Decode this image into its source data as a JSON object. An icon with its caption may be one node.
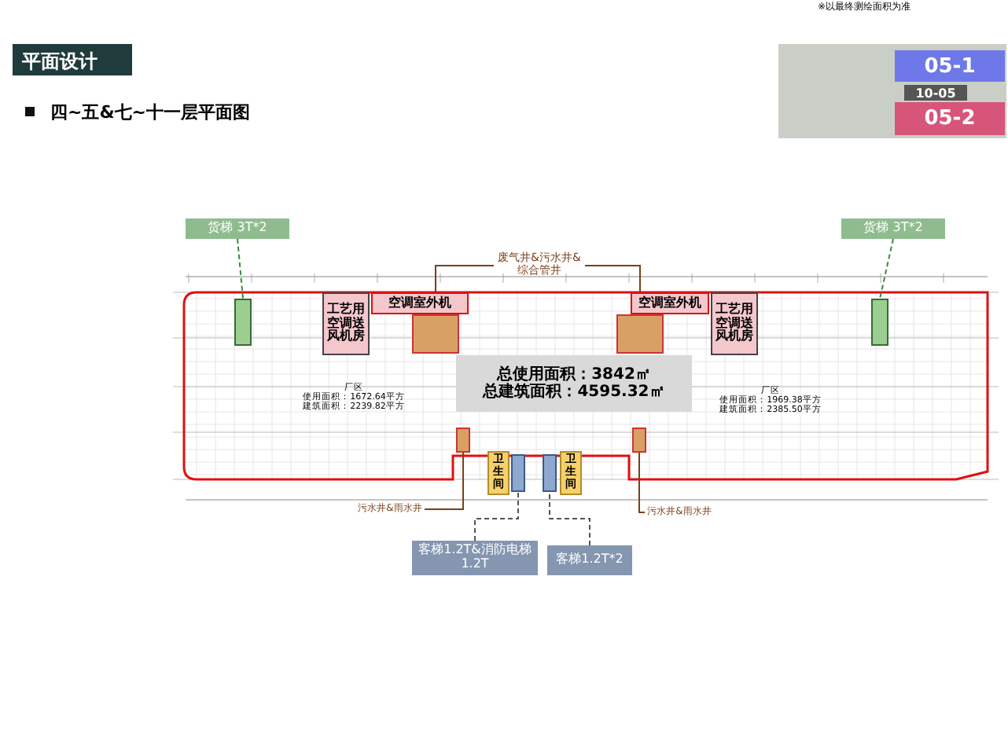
{
  "diagram": {
    "title": "平面设计",
    "caption": "四~五&七~十一层平面图",
    "nodes": [
      {
        "text": [
          "货梯 3T*2"
        ]
      },
      {
        "text": [],
        "shape": "box"
      },
      {
        "text": [
          "货梯 3T*2"
        ]
      },
      {
        "text": [],
        "shape": "box"
      },
      {
        "text": [
          "废气井&污水井&综合管井"
        ]
      },
      {
        "text": [],
        "shape": "box"
      },
      {
        "text": [],
        "shape": "box"
      },
      {
        "text": [
          "工艺用空调送风机房"
        ]
      },
      {
        "text": [
          "空调室外机"
        ]
      },
      {
        "text": [
          "空调室外机"
        ]
      },
      {
        "text": [
          "工艺用空调送风机房"
        ]
      },
      {
        "text": [
          "总使用面积：3842㎡",
          "总建筑面积：4595.32㎡"
        ]
      },
      {
        "text": [
          "厂区",
          "使用面积：1672.64平方",
          "建筑面积：2239.82平方"
        ]
      },
      {
        "text": [
          "厂区",
          "使用面积：1969.38平方",
          "建筑面积：2385.50平方"
        ]
      },
      {
        "text": [
          "卫生间"
        ]
      },
      {
        "text": [],
        "shape": "box"
      },
      {
        "text": [],
        "shape": "box"
      },
      {
        "text": [
          "卫生间"
        ]
      },
      {
        "text": [],
        "shape": "box"
      },
      {
        "text": [],
        "shape": "box"
      },
      {
        "text": [
          "污水井&雨水井"
        ]
      },
      {
        "text": [
          "污水井&雨水井"
        ]
      },
      {
        "text": [
          "客梯1.2T&消防电梯1.2T"
        ]
      },
      {
        "text": [
          "客梯1.2T*2"
        ]
      }
    ],
    "edges": [
      {
        "from": 0,
        "to": 1,
        "arrow": "none",
        "style": "dashed",
        "color": "#3a8a3a"
      },
      {
        "from": 2,
        "to": 3,
        "arrow": "none",
        "style": "dashed",
        "color": "#3a8a3a"
      },
      {
        "from": 4,
        "to": 5,
        "arrow": "none"
      },
      {
        "from": 4,
        "to": 6,
        "arrow": "none"
      },
      {
        "from": 20,
        "to": 18,
        "arrow": "none"
      },
      {
        "from": 21,
        "to": 19,
        "arrow": "none"
      },
      {
        "from": 22,
        "to": 15,
        "arrow": "none",
        "style": "dashed",
        "color": "#555555"
      },
      {
        "from": 23,
        "to": 16,
        "arrow": "none",
        "style": "dashed",
        "color": "#555555"
      }
    ],
    "labels": [
      "※以最终测绘面积为准",
      "05-1",
      "10-05",
      "05-2"
    ]
  }
}
